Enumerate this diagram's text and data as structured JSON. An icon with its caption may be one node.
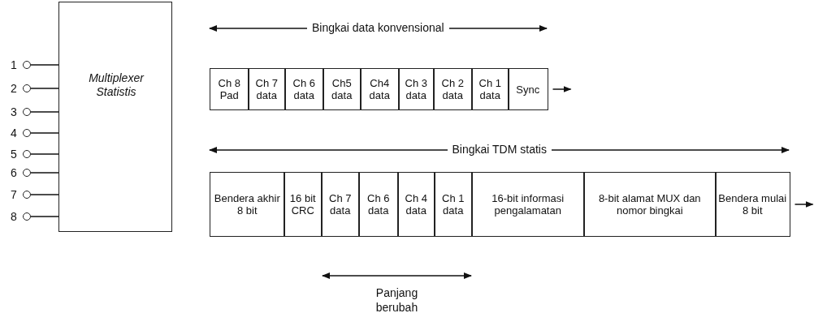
{
  "diagram": {
    "nodes": [
      {
        "text": [
          "Multiplexer Statistis"
        ]
      },
      {
        "text": [],
        "shape": "circle",
        "beside": [
          "1"
        ]
      },
      {
        "text": [],
        "shape": "circle",
        "beside": [
          "2"
        ]
      },
      {
        "text": [],
        "shape": "circle",
        "beside": [
          "3"
        ]
      },
      {
        "text": [],
        "shape": "circle",
        "beside": [
          "4"
        ]
      },
      {
        "text": [],
        "shape": "circle",
        "beside": [
          "5"
        ]
      },
      {
        "text": [],
        "shape": "circle",
        "beside": [
          "6"
        ]
      },
      {
        "text": [],
        "shape": "circle",
        "beside": [
          "7"
        ]
      },
      {
        "text": [],
        "shape": "circle",
        "beside": [
          "8"
        ]
      },
      {
        "text": [
          "Ch 8 Pad"
        ]
      },
      {
        "text": [
          "Ch 7 data"
        ]
      },
      {
        "text": [
          "Ch 6 data"
        ]
      },
      {
        "text": [
          "Ch5 data"
        ]
      },
      {
        "text": [
          "Ch4 data"
        ]
      },
      {
        "text": [
          "Ch 3 data"
        ]
      },
      {
        "text": [
          "Ch 2 data"
        ]
      },
      {
        "text": [
          "Ch 1 data"
        ]
      },
      {
        "text": [
          "Sync"
        ]
      },
      {
        "text": [
          "Bendera akhir 8 bit"
        ]
      },
      {
        "text": [
          "16 bit CRC"
        ]
      },
      {
        "text": [
          "Ch 7 data"
        ]
      },
      {
        "text": [
          "Ch 6 data"
        ]
      },
      {
        "text": [
          "Ch 4 data"
        ]
      },
      {
        "text": [
          "Ch 1 data"
        ]
      },
      {
        "text": [
          "16-bit informasi pengalamatan"
        ]
      },
      {
        "text": [
          "8-bit alamat MUX dan nomor bingkai"
        ]
      },
      {
        "text": [
          "Bendera mulai 8 bit"
        ]
      }
    ],
    "edges": [
      {
        "from": 1,
        "to": 0,
        "arrow": "none"
      },
      {
        "from": 2,
        "to": 0,
        "arrow": "none"
      },
      {
        "from": 3,
        "to": 0,
        "arrow": "none"
      },
      {
        "from": 4,
        "to": 0,
        "arrow": "none"
      },
      {
        "from": 5,
        "to": 0,
        "arrow": "none"
      },
      {
        "from": 6,
        "to": 0,
        "arrow": "none"
      },
      {
        "from": 7,
        "to": 0,
        "arrow": "none"
      },
      {
        "from": 8,
        "to": 0,
        "arrow": "none"
      },
      {
        "from": 17,
        "to": null,
        "arrow": "to"
      },
      {
        "from": 26,
        "to": null,
        "arrow": "to"
      }
    ],
    "labels": [
      "Bingkai data konvensional",
      "Bingkai TDM statis",
      "Panjang berubah"
    ]
  }
}
